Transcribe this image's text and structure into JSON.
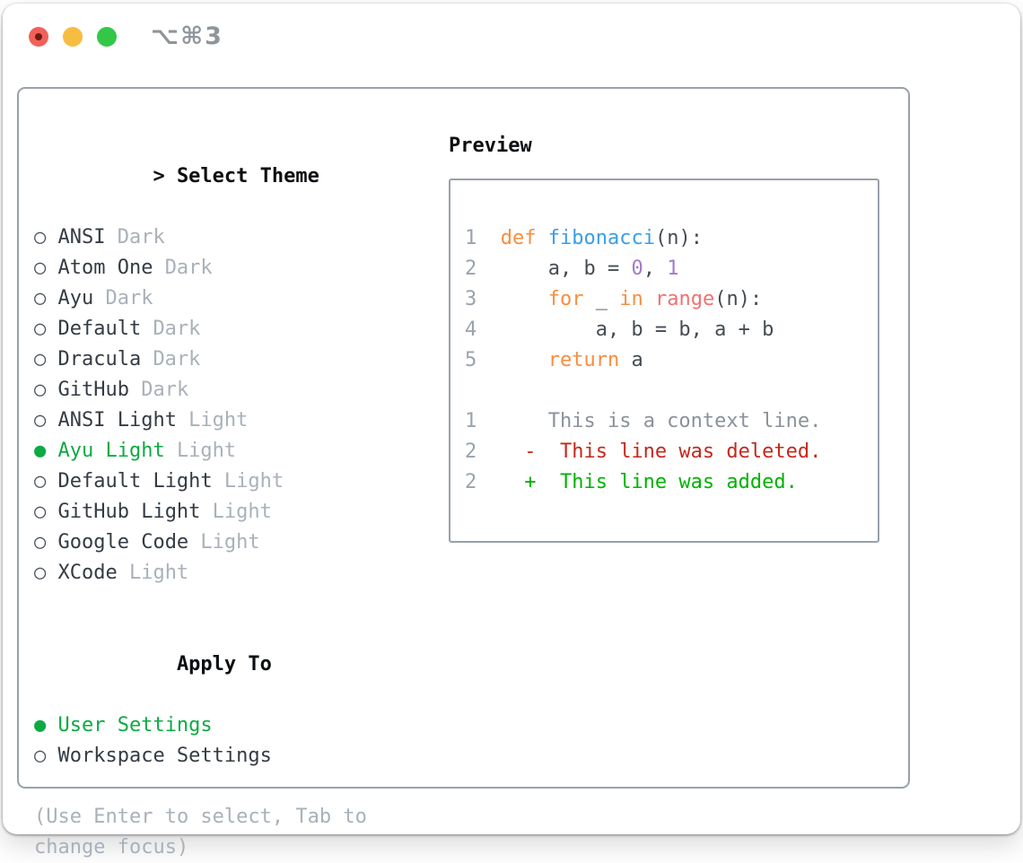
{
  "window": {
    "shortcut": "⌥⌘3"
  },
  "icons": {
    "radio_unselected": "○",
    "radio_selected": "●"
  },
  "theme_picker": {
    "prompt": ">",
    "title": "Select Theme",
    "items": [
      {
        "name": "ANSI",
        "variant": "Dark",
        "selected": false
      },
      {
        "name": "Atom One",
        "variant": "Dark",
        "selected": false
      },
      {
        "name": "Ayu",
        "variant": "Dark",
        "selected": false
      },
      {
        "name": "Default",
        "variant": "Dark",
        "selected": false
      },
      {
        "name": "Dracula",
        "variant": "Dark",
        "selected": false
      },
      {
        "name": "GitHub",
        "variant": "Dark",
        "selected": false
      },
      {
        "name": "ANSI Light",
        "variant": "Light",
        "selected": false
      },
      {
        "name": "Ayu Light",
        "variant": "Light",
        "selected": true
      },
      {
        "name": "Default Light",
        "variant": "Light",
        "selected": false
      },
      {
        "name": "GitHub Light",
        "variant": "Light",
        "selected": false
      },
      {
        "name": "Google Code",
        "variant": "Light",
        "selected": false
      },
      {
        "name": "XCode",
        "variant": "Light",
        "selected": false
      }
    ]
  },
  "apply_to": {
    "title": "Apply To",
    "options": [
      {
        "label": "User Settings",
        "selected": true
      },
      {
        "label": "Workspace Settings",
        "selected": false
      }
    ]
  },
  "hint": "(Use Enter to select, Tab to change focus)",
  "preview": {
    "title": "Preview",
    "code_lines": [
      {
        "segments": [
          {
            "t": "1",
            "c": "linenum"
          },
          {
            "t": "  ",
            "c": "fg"
          },
          {
            "t": "def",
            "c": "keyword"
          },
          {
            "t": " ",
            "c": "fg"
          },
          {
            "t": "fibonacci",
            "c": "function"
          },
          {
            "t": "(n):",
            "c": "fg"
          }
        ]
      },
      {
        "segments": [
          {
            "t": "2",
            "c": "linenum"
          },
          {
            "t": "      a, b = ",
            "c": "fg"
          },
          {
            "t": "0",
            "c": "number"
          },
          {
            "t": ", ",
            "c": "fg"
          },
          {
            "t": "1",
            "c": "number"
          }
        ]
      },
      {
        "segments": [
          {
            "t": "3",
            "c": "linenum"
          },
          {
            "t": "      ",
            "c": "fg"
          },
          {
            "t": "for",
            "c": "keyword"
          },
          {
            "t": " _ ",
            "c": "fg"
          },
          {
            "t": "in",
            "c": "keyword"
          },
          {
            "t": " ",
            "c": "fg"
          },
          {
            "t": "range",
            "c": "builtin"
          },
          {
            "t": "(n):",
            "c": "fg"
          }
        ]
      },
      {
        "segments": [
          {
            "t": "4",
            "c": "linenum"
          },
          {
            "t": "          a, b = b, a + b",
            "c": "fg"
          }
        ]
      },
      {
        "segments": [
          {
            "t": "5",
            "c": "linenum"
          },
          {
            "t": "      ",
            "c": "fg"
          },
          {
            "t": "return",
            "c": "keyword"
          },
          {
            "t": " a",
            "c": "fg"
          }
        ]
      }
    ],
    "diff_lines": [
      {
        "segments": [
          {
            "t": "1",
            "c": "linenum"
          },
          {
            "t": "      ",
            "c": "fg"
          },
          {
            "t": "This is a context line.",
            "c": "context"
          }
        ]
      },
      {
        "segments": [
          {
            "t": "2",
            "c": "linenum"
          },
          {
            "t": "    ",
            "c": "fg"
          },
          {
            "t": "-  This line was deleted.",
            "c": "deleted"
          }
        ]
      },
      {
        "segments": [
          {
            "t": "2",
            "c": "linenum"
          },
          {
            "t": "    ",
            "c": "fg"
          },
          {
            "t": "+  This line was added.",
            "c": "added"
          }
        ]
      }
    ]
  },
  "colors": {
    "window_bg": "#ffffff",
    "border_gray": "#99a1ab",
    "title_black": "#0c0f12",
    "text_dark": "#343b44",
    "muted_gray": "#a9b1ba",
    "circle_gray": "#4a525b",
    "accent_green": "#0daa43",
    "added_green": "#00b302",
    "deleted_red": "#c5281c",
    "keyword_orange": "#fa8d3e",
    "function_blue": "#399ee6",
    "number_purple": "#a37acc",
    "builtin_coral": "#f07171",
    "code_fg": "#454c54",
    "linenum_gray": "#9aa3ad",
    "context_gray": "#8a929b",
    "shortcut_gray": "#8e959c",
    "light_red": "#f2605a",
    "light_red_dot": "#701b12",
    "light_yellow": "#f7bd40",
    "light_green": "#33c748"
  }
}
